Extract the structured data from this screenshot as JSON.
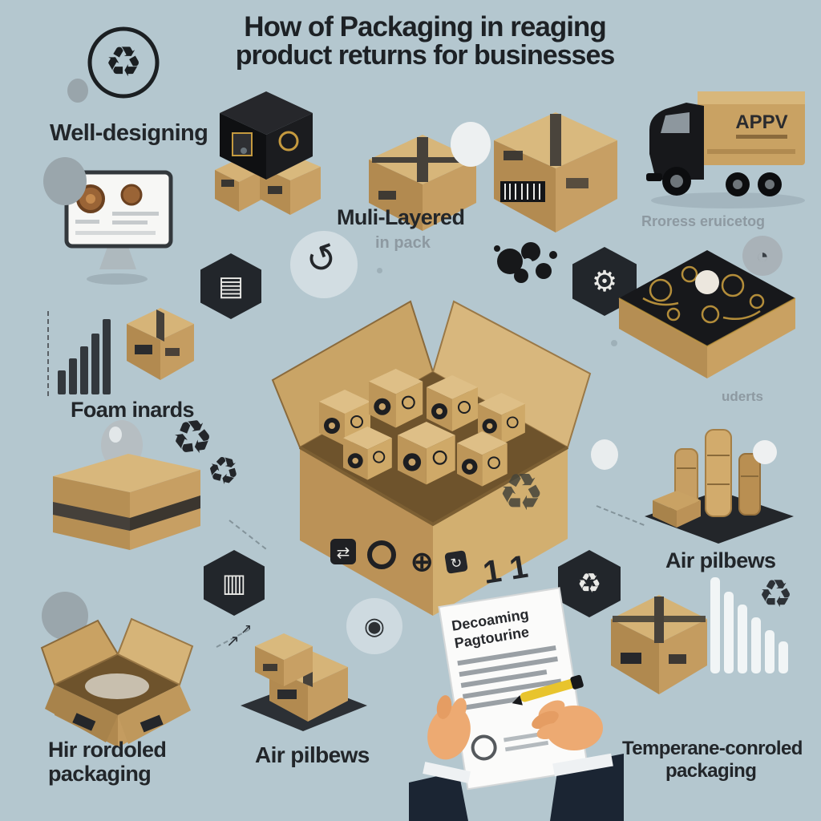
{
  "background": "#b4c7cf",
  "title": {
    "line1": "How of Packaging in reaging",
    "line2": "product returns for businesses"
  },
  "labels": {
    "well_designing": "Well-designing",
    "multi_layered": "Muli-Layered",
    "in_pack": "in pack",
    "process_printing": "Rroress eruicetog",
    "foam_inserts": "Foam inards",
    "uderts": "uderts",
    "air_pillows_right": "Air pilbews",
    "air_pillows_bottom": "Air pilbews",
    "air_controlled": {
      "line1": "Hir rordoled",
      "line2": "packaging"
    },
    "temperature_controlled": {
      "line1": "Temperane-conroled",
      "line2": "packaging"
    }
  },
  "truck": {
    "trailer_text": "APPV"
  },
  "document": {
    "heading_line1": "Decoaming",
    "heading_line2": "Pagtourine"
  },
  "central_box": {
    "stamp_numbers": "1 1"
  },
  "icons": {
    "recycle": "♻",
    "hex_layers": "▤",
    "hex_gear": "⚙",
    "hex_recycle": "♻",
    "hex_grid": "▥",
    "swirl": "↺",
    "dot_badge": "◉",
    "quarter_badge": "◔",
    "arrow_up": "↗",
    "stamp_plus": "⊕",
    "stamp_rotate": "↻",
    "stamp_arrows": "⇄"
  },
  "colors": {
    "background": "#b4c7cf",
    "cardboard_light": "#d8b77c",
    "cardboard_mid": "#c49d62",
    "cardboard_dark": "#ac8449",
    "box_interior": "#6e532c",
    "tape": "#45403a",
    "ink": "#1d1f22",
    "gold": "#c49a3e",
    "skin": "#edaa72",
    "suit": "#1b2533"
  }
}
